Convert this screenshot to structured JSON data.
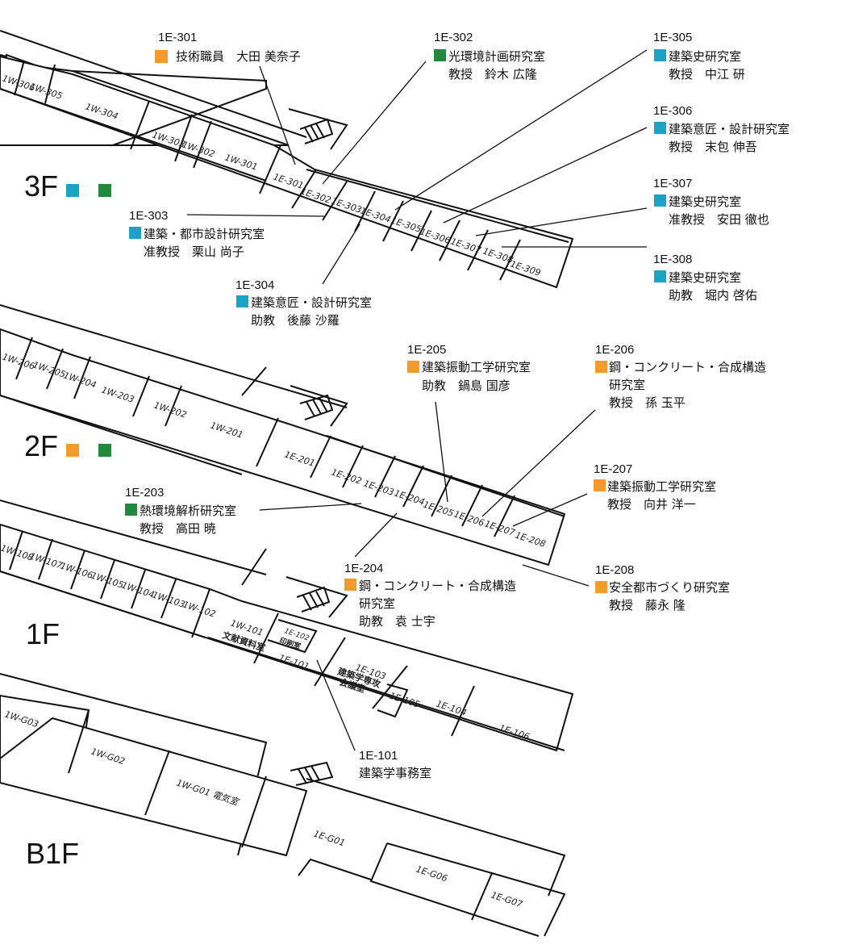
{
  "colors": {
    "orange": "#f29a2e",
    "cyan": "#1aa3c6",
    "green": "#1f8a3b"
  },
  "floors": [
    {
      "label": "3F",
      "markers": [
        "cyan",
        "green"
      ]
    },
    {
      "label": "2F",
      "markers": [
        "orange",
        "green"
      ]
    },
    {
      "label": "1F",
      "markers": []
    },
    {
      "label": "B1F",
      "markers": []
    }
  ],
  "room_labels": {
    "f3": [
      "1W-306",
      "1W-305",
      "1W-304",
      "1W-303",
      "1W-302",
      "1W-301",
      "1E-301",
      "1E-302",
      "1E-303",
      "1E-304",
      "1E-305",
      "1E-306",
      "1E-307",
      "1E-308",
      "1E-309"
    ],
    "f2": [
      "1W-206",
      "1W-205",
      "1W-204",
      "1W-203",
      "1W-202",
      "1W-201",
      "1E-201",
      "1E-202",
      "1E-203",
      "1E-204",
      "1E-205",
      "1E-206",
      "1E-207",
      "1E-208"
    ],
    "f1": [
      "1W-108",
      "1W-107",
      "1W-106",
      "1W-105",
      "1W-104",
      "1W-103",
      "1W-102",
      "1W-101",
      "文献資料室",
      "1E-102",
      "印刷室",
      "1E-101",
      "1E-103",
      "建築学専攻",
      "会議室",
      "1E-105",
      "1E-104",
      "1E-106"
    ],
    "b1": [
      "1W-G03",
      "1W-G02",
      "1W-G01 電気室",
      "1E-G01",
      "1E-G06",
      "1E-G07"
    ]
  },
  "callouts": [
    {
      "code": "1E-301",
      "color": "orange",
      "lines": [
        "技術職員　大田 美奈子"
      ]
    },
    {
      "code": "1E-302",
      "color": "green",
      "lines": [
        "光環境計画研究室",
        "教授　鈴木 広隆"
      ]
    },
    {
      "code": "1E-305",
      "color": "cyan",
      "lines": [
        "建築史研究室",
        "教授　中江 研"
      ]
    },
    {
      "code": "1E-306",
      "color": "cyan",
      "lines": [
        "建築意匠・設計研究室",
        "教授　末包 伸吾"
      ]
    },
    {
      "code": "1E-307",
      "color": "cyan",
      "lines": [
        "建築史研究室",
        "准教授　安田 徹也"
      ]
    },
    {
      "code": "1E-308",
      "color": "cyan",
      "lines": [
        "建築史研究室",
        "助教　堀内 啓佑"
      ]
    },
    {
      "code": "1E-303",
      "color": "cyan",
      "lines": [
        "建築・都市設計研究室",
        "准教授　栗山 尚子"
      ]
    },
    {
      "code": "1E-304",
      "color": "cyan",
      "lines": [
        "建築意匠・設計研究室",
        "助教　後藤 沙羅"
      ]
    },
    {
      "code": "1E-205",
      "color": "orange",
      "lines": [
        "建築振動工学研究室",
        "助教　鍋島 国彦"
      ]
    },
    {
      "code": "1E-206",
      "color": "orange",
      "lines": [
        "鋼・コンクリート・合成構造",
        "研究室",
        "教授　孫 玉平"
      ]
    },
    {
      "code": "1E-207",
      "color": "orange",
      "lines": [
        "建築振動工学研究室",
        "教授　向井 洋一"
      ]
    },
    {
      "code": "1E-203",
      "color": "green",
      "lines": [
        "熱環境解析研究室",
        "教授　高田 暁"
      ]
    },
    {
      "code": "1E-204",
      "color": "orange",
      "lines": [
        "鋼・コンクリート・合成構造",
        "研究室",
        "助教　袁 士宇"
      ]
    },
    {
      "code": "1E-208",
      "color": "orange",
      "lines": [
        "安全都市づくり研究室",
        "教授　藤永 隆"
      ]
    },
    {
      "code": "1E-101",
      "color": "",
      "lines": [
        "建築学事務室"
      ]
    }
  ]
}
